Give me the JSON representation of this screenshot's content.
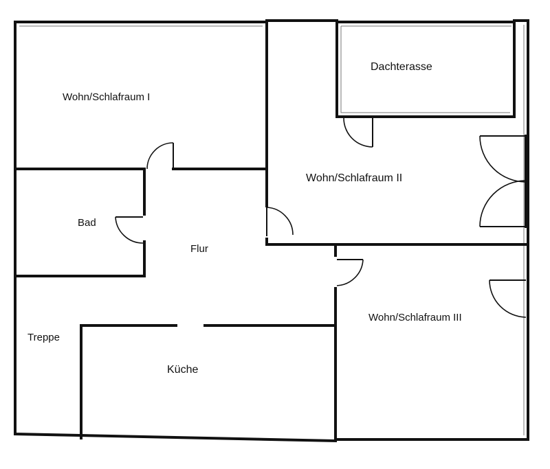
{
  "plan": {
    "rooms": {
      "wohn1": "Wohn/Schlafraum  I",
      "dachterasse": "Dachterasse",
      "wohn2": "Wohn/Schlafraum II",
      "bad": "Bad",
      "flur": "Flur",
      "wohn3": "Wohn/Schlafraum III",
      "treppe": "Treppe",
      "kueche": "Küche"
    }
  },
  "colors": {
    "wall": "#111111",
    "background": "#ffffff"
  }
}
